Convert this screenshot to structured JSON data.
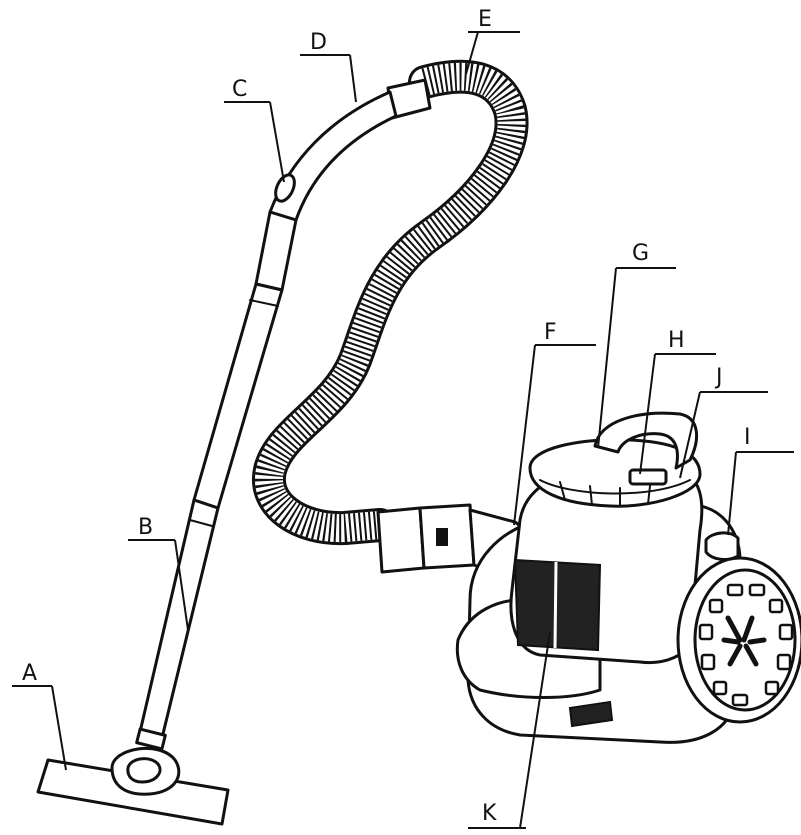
{
  "callouts": [
    {
      "id": "A",
      "label": "A"
    },
    {
      "id": "B",
      "label": "B"
    },
    {
      "id": "C",
      "label": "C"
    },
    {
      "id": "D",
      "label": "D"
    },
    {
      "id": "E",
      "label": "E"
    },
    {
      "id": "F",
      "label": "F"
    },
    {
      "id": "G",
      "label": "G"
    },
    {
      "id": "H",
      "label": "H"
    },
    {
      "id": "I",
      "label": "I"
    },
    {
      "id": "J",
      "label": "J"
    },
    {
      "id": "K",
      "label": "K"
    }
  ],
  "colors": {
    "ink": "#111111",
    "paper": "#ffffff"
  }
}
